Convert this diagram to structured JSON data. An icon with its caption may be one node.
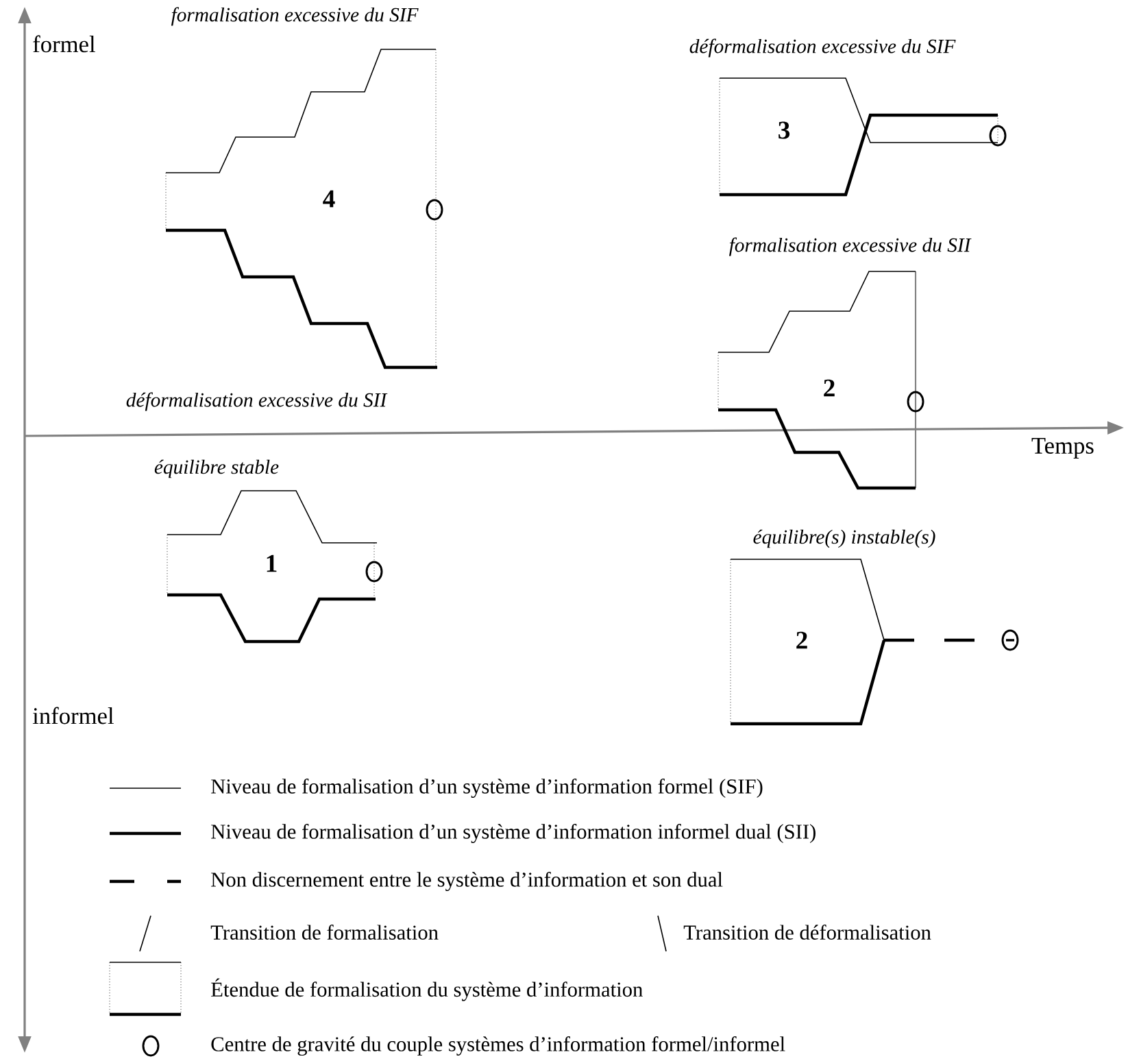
{
  "diagram": {
    "nodes": [
      {
        "text": [
          "4"
        ],
        "beside": [
          "formalisation excessive du SIF",
          "déformalisation excessive du SII"
        ]
      },
      {
        "text": [
          "3"
        ],
        "beside": [
          "déformalisation excessive du SIF"
        ]
      },
      {
        "text": [
          "2"
        ],
        "beside": [
          "formalisation excessive du SII"
        ]
      },
      {
        "text": [
          "1"
        ],
        "beside": [
          "équilibre stable"
        ]
      },
      {
        "text": [
          "2"
        ],
        "beside": [
          "équilibre(s) instable(s)"
        ]
      }
    ],
    "labels": [
      "formel",
      "Temps",
      "informel"
    ],
    "legend": [
      {
        "text": "Niveau de formalisation d’un système d’information formel (SIF)"
      },
      {
        "text": "Niveau de formalisation d’un système d’information informel dual (SII)"
      },
      {
        "text": "Non discernement entre le système d’information et son dual"
      },
      {
        "text": "Transition de formalisation"
      },
      {
        "text": "Transition de déformalisation"
      },
      {
        "text": "Étendue de formalisation du système d’information"
      },
      {
        "text": "Centre de gravité du couple systèmes d’information formel/informel"
      }
    ]
  }
}
